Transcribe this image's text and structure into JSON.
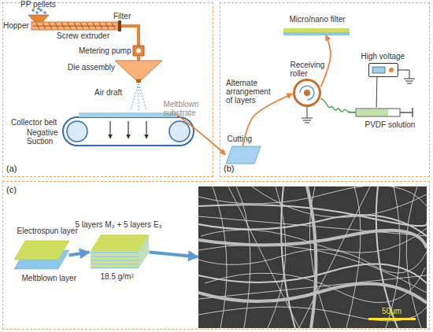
{
  "diagram": {
    "nodes": [
      {
        "text": [
          "(a)"
        ]
      },
      {
        "text": [
          "Meltblown substrate"
        ],
        "in": 0
      },
      {
        "text": [
          "(b)"
        ]
      },
      {
        "text": [
          "Micro/nano filter"
        ],
        "in": 2
      },
      {
        "text": [
          "High voltage"
        ],
        "in": 2
      },
      {
        "text": [
          "Receiving roller"
        ],
        "in": 2
      },
      {
        "text": [
          "PVDF solution"
        ],
        "in": 2
      },
      {
        "text": [
          "Cutting"
        ],
        "in": 2
      },
      {
        "text": [
          "(c)"
        ]
      },
      {
        "text": [
          "Electrospun layer",
          "Meltblown layer"
        ],
        "in": 8
      },
      {
        "text": [
          "5 layers M₃ + 5 layers E₃",
          "18.5 g/m²"
        ],
        "in": 8
      },
      {
        "text": [
          "50μm"
        ],
        "in": 8
      }
    ],
    "edges": [
      {
        "from": 1,
        "to": 7,
        "arrow": "to"
      },
      {
        "from": 7,
        "to": 5,
        "label": "Alternate arrangement of layers",
        "arrow": "to"
      },
      {
        "from": 5,
        "to": 3,
        "arrow": "to"
      },
      {
        "from": 4,
        "to": 6,
        "arrow": "none"
      },
      {
        "from": 6,
        "to": 5,
        "arrow": "none"
      },
      {
        "from": 9,
        "to": 10,
        "arrow": "to"
      },
      {
        "from": 10,
        "to": 11,
        "arrow": "to"
      }
    ],
    "labels": [
      "PP pellets",
      "Hopper",
      "Screw extruder",
      "Filter",
      "Metering pump",
      "Die assembly",
      "Air draft",
      "Collector belt",
      "Negative Suction"
    ]
  }
}
